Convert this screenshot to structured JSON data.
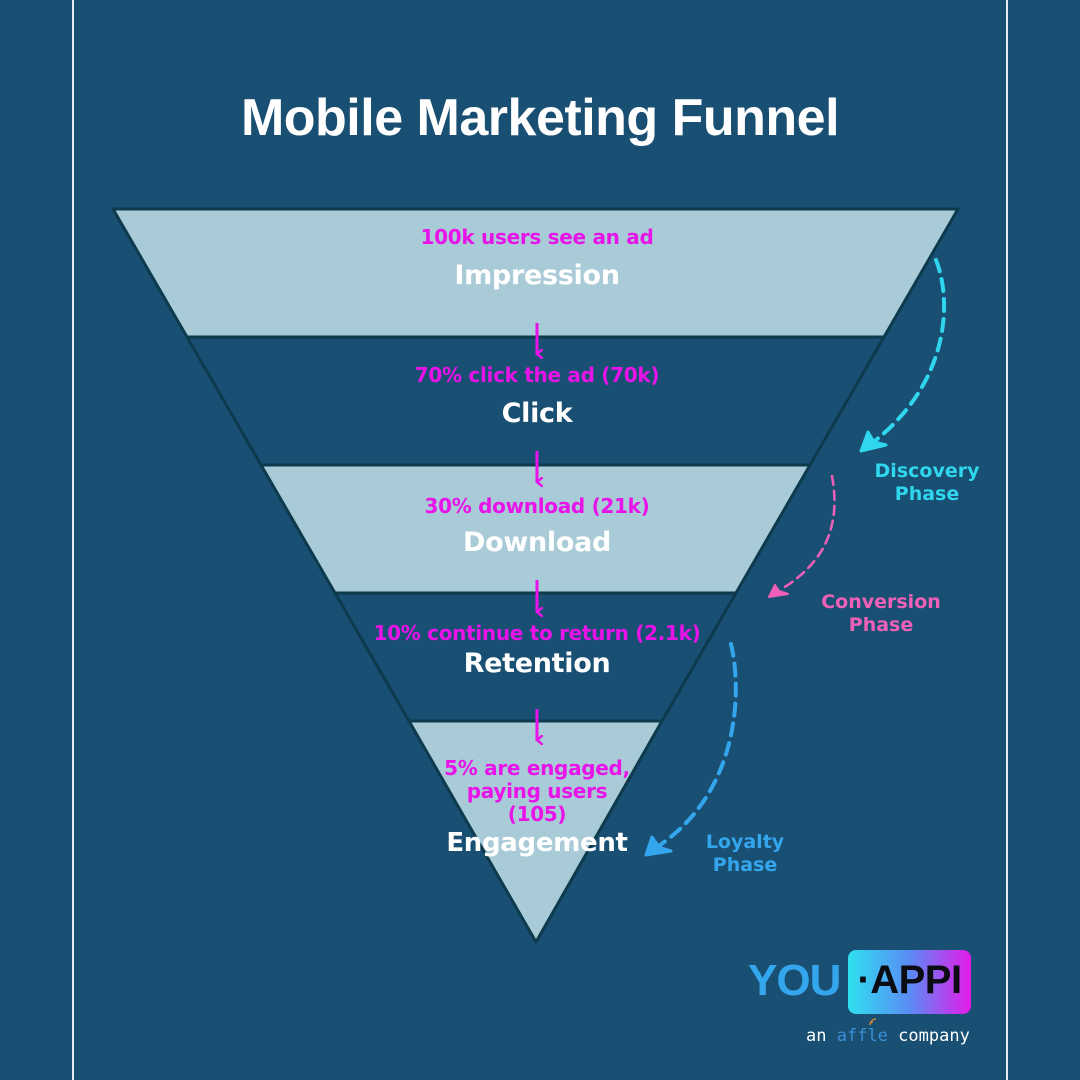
{
  "title": "Mobile Marketing Funnel",
  "colors": {
    "background": "#194f73",
    "light_band": "#a9cbd7",
    "dark_band": "#194f73",
    "outline": "#0d3a4d",
    "stat_text": "#e713e8",
    "stage_text": "#ffffff",
    "discovery": "#2fd6ee",
    "conversion": "#f060b8",
    "loyalty": "#34a6ee",
    "logo_you": "#34a6ee",
    "logo_gradient_start": "#2fe0f0",
    "logo_gradient_end": "#e41ae9"
  },
  "stages": [
    {
      "stat": "100k users see an ad",
      "name": "Impression"
    },
    {
      "stat": "70% click the ad (70k)",
      "name": "Click"
    },
    {
      "stat": "30% download (21k)",
      "name": "Download"
    },
    {
      "stat": "10% continue to return (2.1k)",
      "name": "Retention"
    },
    {
      "stat_lines": [
        "5% are engaged,",
        "paying users",
        "(105)"
      ],
      "name": "Engagement"
    }
  ],
  "phases": [
    {
      "line1": "Discovery",
      "line2": "Phase"
    },
    {
      "line1": "Conversion",
      "line2": "Phase"
    },
    {
      "line1": "Loyalty",
      "line2": "Phase"
    }
  ],
  "logo": {
    "you": "YOU",
    "appi": "·APPI",
    "tag_prefix": "an",
    "tag_brand": "affle",
    "tag_suffix": "company"
  }
}
